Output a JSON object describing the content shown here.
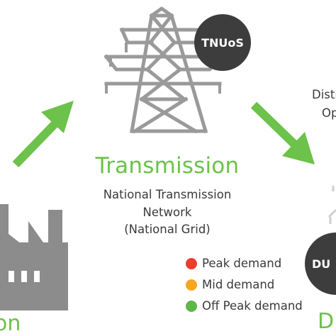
{
  "transmission": {
    "title": "Transmission",
    "subtitle_lines": [
      "National Transmission",
      "Network",
      "(National Grid)"
    ],
    "badge": "TNUoS"
  },
  "distribution_partial": {
    "lines": [
      "Distr",
      "Op"
    ],
    "badge": "DU",
    "label": "D"
  },
  "generation_partial": {
    "label": "on"
  },
  "legend": [
    {
      "label": "Peak demand",
      "color": "#e8402a"
    },
    {
      "label": "Mid demand",
      "color": "#f5a623"
    },
    {
      "label": "Off Peak demand",
      "color": "#5cb848"
    }
  ],
  "colors": {
    "accent_green": "#6cc24a",
    "tower_gray": "#9a9a9a",
    "badge_dark": "#3d3d3d",
    "factory_gray": "#8c8c8c"
  }
}
